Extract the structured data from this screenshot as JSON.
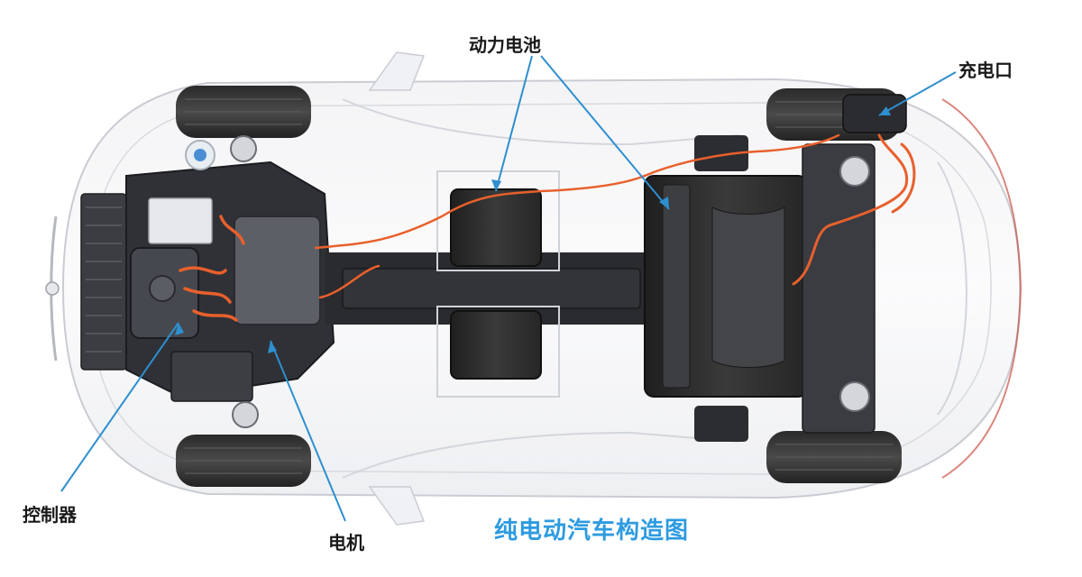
{
  "labels": {
    "battery": "动力电池",
    "charging_port": "充电口",
    "controller": "控制器",
    "motor": "电机",
    "title": "纯电动汽车构造图"
  },
  "colors": {
    "pointer": "#2d8fd0",
    "title": "#2d9be0",
    "cable": "#e8602c",
    "battery": "#2b2b2b"
  }
}
